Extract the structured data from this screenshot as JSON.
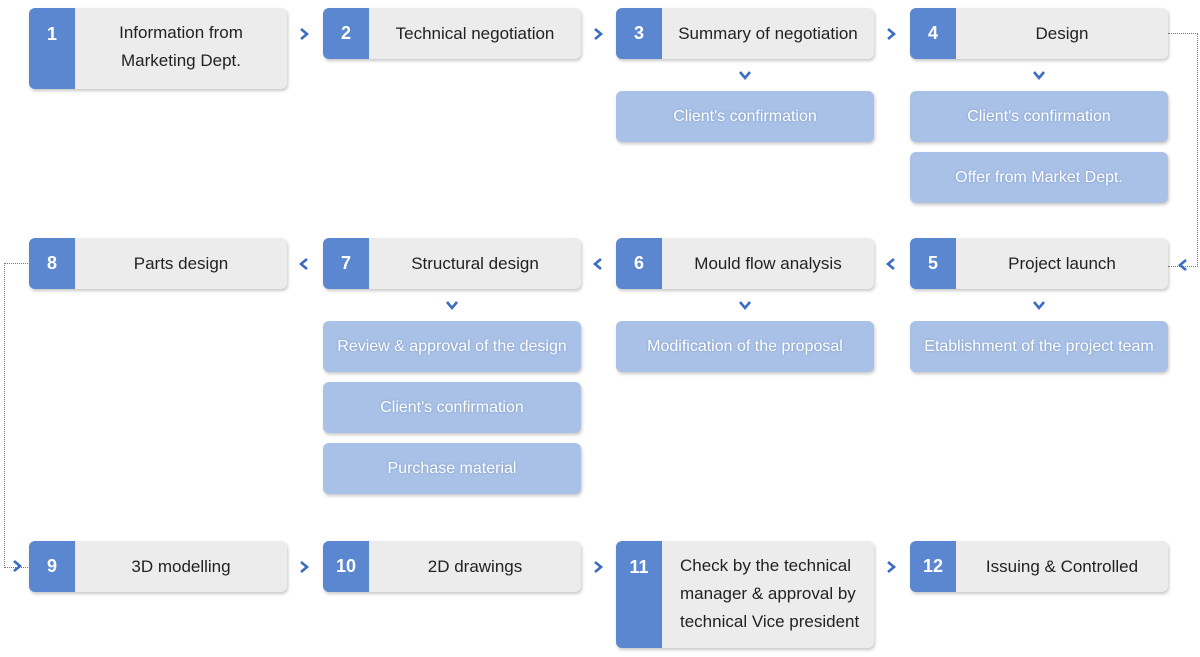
{
  "steps": [
    {
      "num": "1",
      "label_line1": "Information from",
      "label_line2": "Marketing Dept."
    },
    {
      "num": "2",
      "label": "Technical negotiation"
    },
    {
      "num": "3",
      "label": "Summary of negotiation"
    },
    {
      "num": "4",
      "label": "Design"
    },
    {
      "num": "5",
      "label": "Project launch"
    },
    {
      "num": "6",
      "label": "Mould flow analysis"
    },
    {
      "num": "7",
      "label": "Structural design"
    },
    {
      "num": "8",
      "label": "Parts design"
    },
    {
      "num": "9",
      "label": "3D modelling"
    },
    {
      "num": "10",
      "label": "2D drawings"
    },
    {
      "num": "11",
      "label_line1": "Check by the technical",
      "label_line2": "manager & approval by",
      "label_line3": "technical Vice president"
    },
    {
      "num": "12",
      "label": "Issuing & Controlled"
    }
  ],
  "substeps": {
    "s3": [
      "Client's confirmation"
    ],
    "s4": [
      "Client's confirmation",
      "Offer from Market Dept."
    ],
    "s5": [
      "Etablishment of the project team"
    ],
    "s6": [
      "Modification of the proposal"
    ],
    "s7": [
      "Review & approval of the design",
      "Client's confirmation",
      "Purchase material"
    ]
  },
  "colors": {
    "number_badge": "#5b87d1",
    "step_background": "#ececec",
    "substep_background": "#a9c1e7",
    "arrow": "#3a6cc4",
    "connector": "#777777"
  },
  "icons": {
    "right": "chevron-right-icon",
    "left": "chevron-left-icon",
    "down": "chevron-down-icon"
  }
}
